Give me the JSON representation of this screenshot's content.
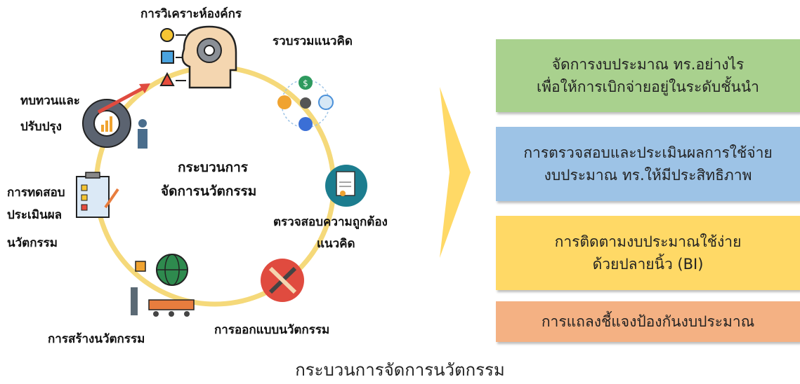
{
  "cycle": {
    "center_line1": "กระบวนการ",
    "center_line2": "จัดการนวัตกรรม",
    "steps": {
      "analyze": "การวิเคราะห์องค์กร",
      "gather": "รวบรวมแนวคิด",
      "verify_line1": "ตรวจสอบความถูกต้อง",
      "verify_line2": "แนวคิด",
      "design": "การออกแบบนวัตกรรม",
      "build": "การสร้างนวัตกรรม",
      "test_line1": "การทดสอบ",
      "test_line2": "ประเมินผล",
      "test_line3": "นวัตกรรม",
      "review_line1": "ทบทวนและ",
      "review_line2": "ปรับปรุง"
    },
    "ring_color": "#f5d97a"
  },
  "outcomes": [
    {
      "line1": "จัดการงบประมาณ ทร.อย่างไร",
      "line2": "เพื่อให้การเบิกจ่ายอยู่ในระดับชั้นนำ",
      "color": "#a9d18e"
    },
    {
      "line1": "การตรวจสอบและประเมินผลการใช้จ่าย",
      "line2": "งบประมาณ ทร.ให้มีประสิทธิภาพ",
      "color": "#9dc3e6"
    },
    {
      "line1": "การติดตามงบประมาณใช้ง่าย",
      "line2": "ด้วยปลายนิ้ว (BI)",
      "color": "#ffd966"
    },
    {
      "line1": "การแถลงชี้แจงป้องกันงบประมาณ",
      "color": "#f4b183"
    }
  ],
  "arrow_color": "#ffd966",
  "caption": "กระบวนการจัดการนวัตกรรม"
}
